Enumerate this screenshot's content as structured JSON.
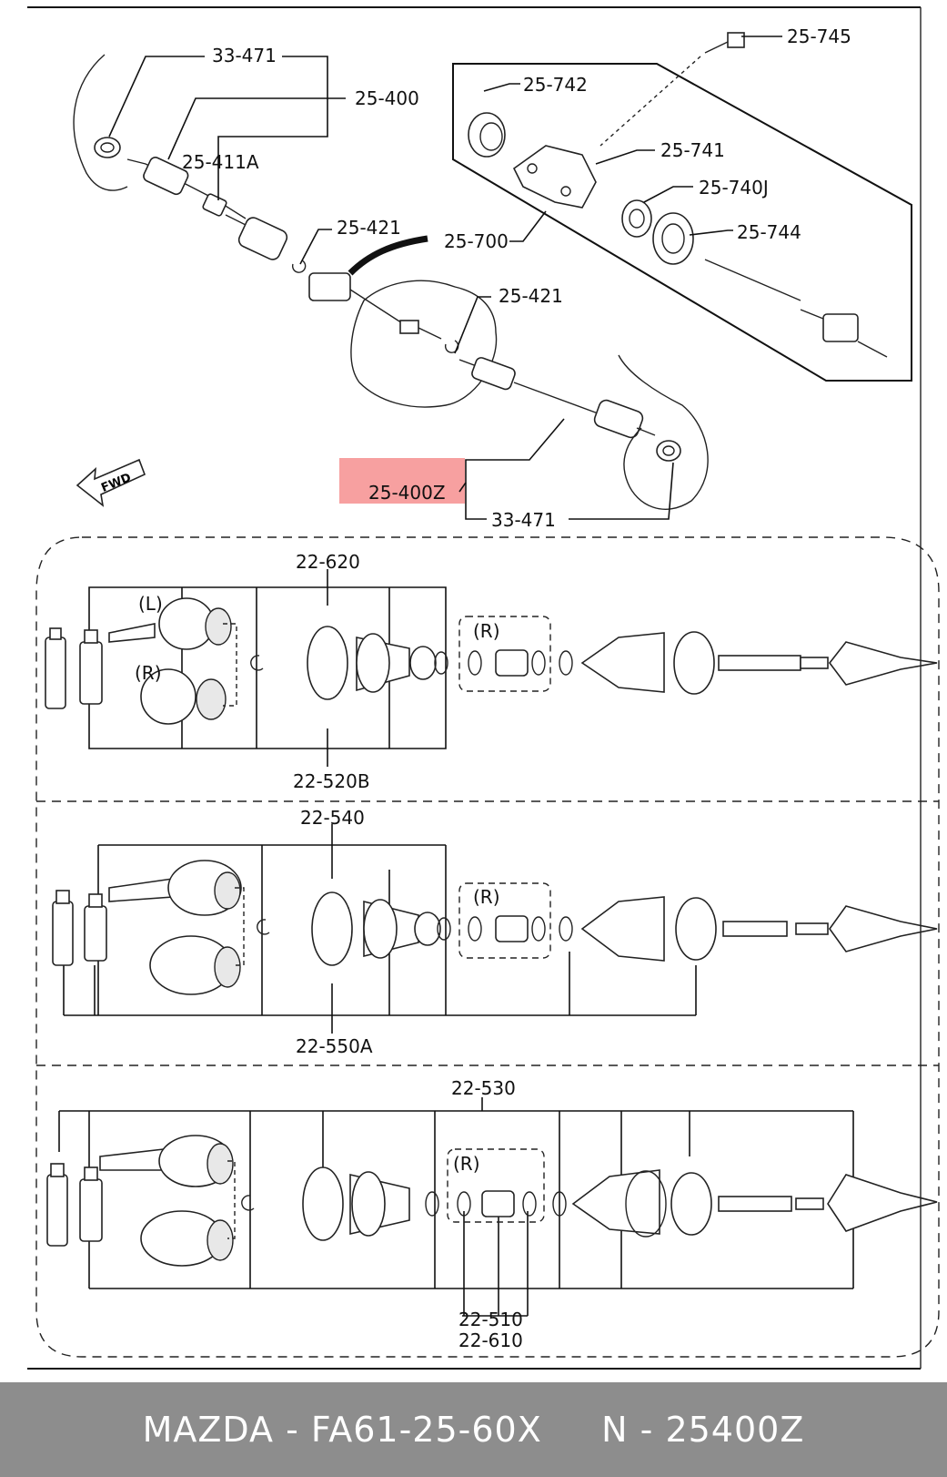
{
  "colors": {
    "highlight": "#f7a0a0",
    "footer_bg": "#8d8d8d",
    "footer_text": "#ffffff"
  },
  "top": {
    "labels": {
      "l_33471_a": "33-471",
      "l_25400": "25-400",
      "l_25411a": "25-411A",
      "l_25421_a": "25-421",
      "l_25700": "25-700",
      "l_25421_b": "25-421",
      "l_25745": "25-745",
      "l_25742": "25-742",
      "l_25741": "25-741",
      "l_25740j": "25-740J",
      "l_25744": "25-744",
      "l_25400z": "25-400Z",
      "l_33471_b": "33-471"
    },
    "fwd": "FWD"
  },
  "section1": {
    "label_top": "22-620",
    "label_bottom": "22-520B",
    "L": "(L)",
    "R1": "(R)",
    "R2": "(R)"
  },
  "section2": {
    "label_top": "22-540",
    "label_bottom": "22-550A",
    "R": "(R)"
  },
  "section3": {
    "label_top": "22-530",
    "label_bottom1": "22-510",
    "label_bottom2": "22-610",
    "R": "(R)"
  },
  "footer": {
    "text": "MAZDA - FA61-25-60X     N - 25400Z"
  }
}
